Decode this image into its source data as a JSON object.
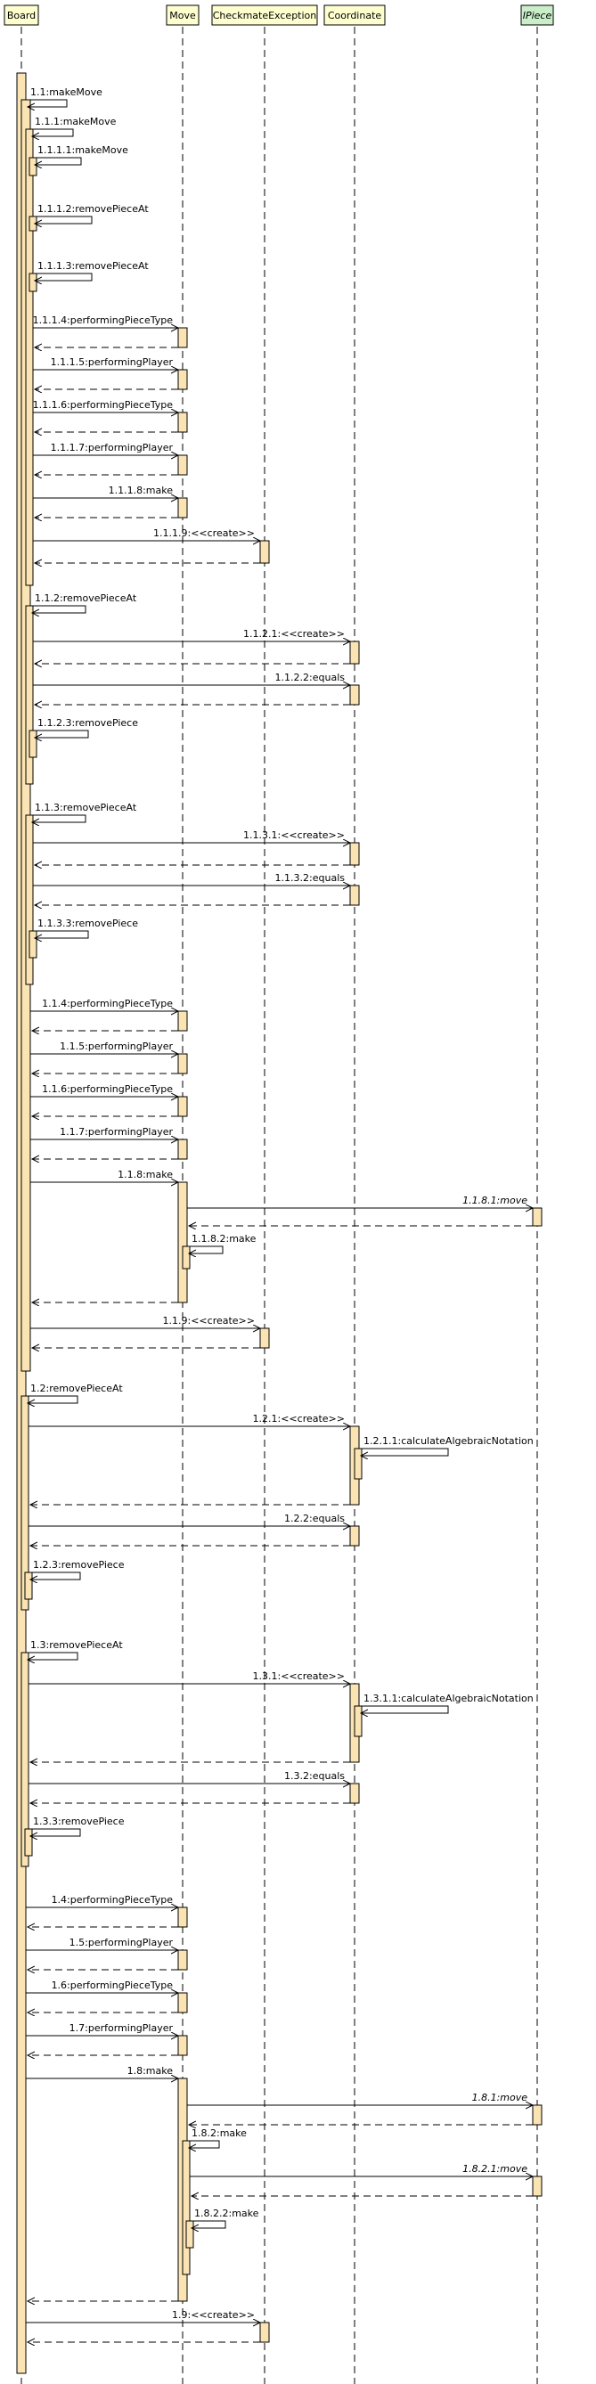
{
  "diagram_type": "sequence",
  "colors": {
    "participant_fill": "#fefecf",
    "interface_fill": "#c9eec9",
    "activation_fill": "#fbe4b3",
    "line": "#000000"
  },
  "participants": [
    {
      "name": "Board",
      "italic": false
    },
    {
      "name": "Move",
      "italic": false
    },
    {
      "name": "CheckmateException",
      "italic": false
    },
    {
      "name": "Coordinate",
      "italic": false
    },
    {
      "name": "IPiece",
      "italic": true
    }
  ],
  "messages": [
    {
      "label": "1.1:makeMove",
      "kind": "self"
    },
    {
      "label": "1.1.1:makeMove",
      "kind": "self"
    },
    {
      "label": "1.1.1.1:makeMove",
      "kind": "self"
    },
    {
      "label": "1.1.1.2:removePieceAt",
      "kind": "self"
    },
    {
      "label": "1.1.1.3:removePieceAt",
      "kind": "self"
    },
    {
      "label": "1.1.1.4:performingPieceType",
      "kind": "call"
    },
    {
      "label": "1.1.1.5:performingPlayer",
      "kind": "call"
    },
    {
      "label": "1.1.1.6:performingPieceType",
      "kind": "call"
    },
    {
      "label": "1.1.1.7:performingPlayer",
      "kind": "call"
    },
    {
      "label": "1.1.1.8:make",
      "kind": "call"
    },
    {
      "label": "1.1.1.9:<<create>>",
      "kind": "call"
    },
    {
      "label": "1.1.2:removePieceAt",
      "kind": "self"
    },
    {
      "label": "1.1.2.1:<<create>>",
      "kind": "call"
    },
    {
      "label": "1.1.2.2:equals",
      "kind": "call"
    },
    {
      "label": "1.1.2.3:removePiece",
      "kind": "self"
    },
    {
      "label": "1.1.3:removePieceAt",
      "kind": "self"
    },
    {
      "label": "1.1.3.1:<<create>>",
      "kind": "call"
    },
    {
      "label": "1.1.3.2:equals",
      "kind": "call"
    },
    {
      "label": "1.1.3.3:removePiece",
      "kind": "self"
    },
    {
      "label": "1.1.4:performingPieceType",
      "kind": "call"
    },
    {
      "label": "1.1.5:performingPlayer",
      "kind": "call"
    },
    {
      "label": "1.1.6:performingPieceType",
      "kind": "call"
    },
    {
      "label": "1.1.7:performingPlayer",
      "kind": "call"
    },
    {
      "label": "1.1.8:make",
      "kind": "call"
    },
    {
      "label": "1.1.8.1:move",
      "kind": "call",
      "italic": true
    },
    {
      "label": "1.1.8.2:make",
      "kind": "self"
    },
    {
      "label": "1.1.9:<<create>>",
      "kind": "call"
    },
    {
      "label": "1.2:removePieceAt",
      "kind": "self"
    },
    {
      "label": "1.2.1:<<create>>",
      "kind": "call"
    },
    {
      "label": "1.2.1.1:calculateAlgebraicNotation",
      "kind": "self"
    },
    {
      "label": "1.2.2:equals",
      "kind": "call"
    },
    {
      "label": "1.2.3:removePiece",
      "kind": "self"
    },
    {
      "label": "1.3:removePieceAt",
      "kind": "self"
    },
    {
      "label": "1.3.1:<<create>>",
      "kind": "call"
    },
    {
      "label": "1.3.1.1:calculateAlgebraicNotation",
      "kind": "self"
    },
    {
      "label": "1.3.2:equals",
      "kind": "call"
    },
    {
      "label": "1.3.3:removePiece",
      "kind": "self"
    },
    {
      "label": "1.4:performingPieceType",
      "kind": "call"
    },
    {
      "label": "1.5:performingPlayer",
      "kind": "call"
    },
    {
      "label": "1.6:performingPieceType",
      "kind": "call"
    },
    {
      "label": "1.7:performingPlayer",
      "kind": "call"
    },
    {
      "label": "1.8:make",
      "kind": "call"
    },
    {
      "label": "1.8.1:move",
      "kind": "call",
      "italic": true
    },
    {
      "label": "1.8.2:make",
      "kind": "self"
    },
    {
      "label": "1.8.2.1:move",
      "kind": "call",
      "italic": true
    },
    {
      "label": "1.8.2.2:make",
      "kind": "self"
    },
    {
      "label": "1.9:<<create>>",
      "kind": "call"
    }
  ]
}
